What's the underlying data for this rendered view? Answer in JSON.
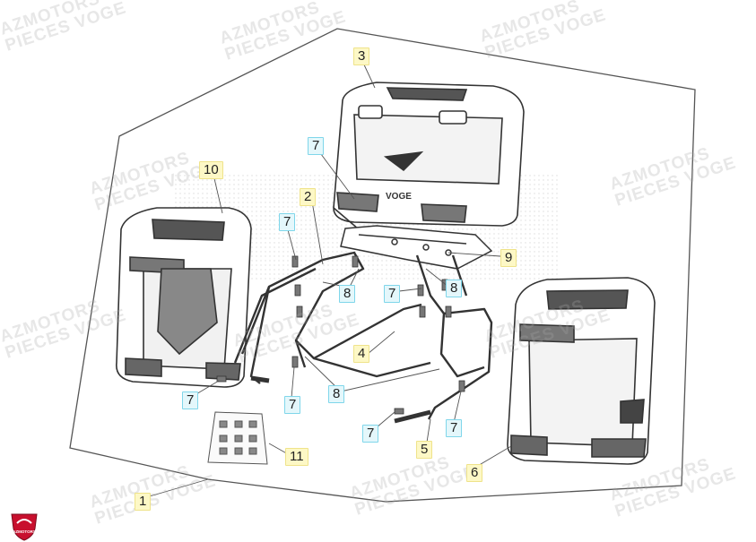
{
  "watermark": {
    "line1": "AZMOTORS",
    "line2": "PIECES VOGE"
  },
  "callouts": {
    "c1": "1",
    "c2": "2",
    "c3": "3",
    "c4": "4",
    "c5": "5",
    "c6": "6",
    "c7a": "7",
    "c7b": "7",
    "c7c": "7",
    "c7d": "7",
    "c7e": "7",
    "c7f": "7",
    "c7g": "7",
    "c8a": "8",
    "c8b": "8",
    "c8c": "8",
    "c9": "9",
    "c10": "10",
    "c11": "11"
  },
  "box_brand": "VOGE",
  "logo_text": "AZMOTORS",
  "colors": {
    "yellow_tag": "#fdf8c6",
    "cyan_tag": "#e4f7fb",
    "logo_red": "#c8102e"
  }
}
